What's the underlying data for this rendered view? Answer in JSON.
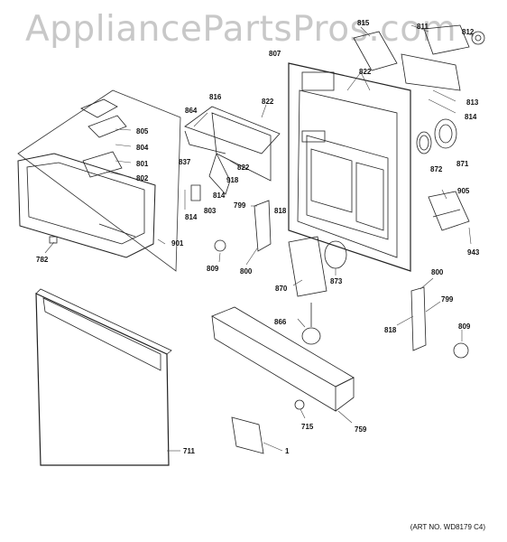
{
  "watermark": "AppliancePartsPros.com",
  "art_number": "(ART NO. WD8179 C4)",
  "parts": {
    "p815": "815",
    "p811": "811",
    "p812": "812",
    "p807": "807",
    "p822a": "822",
    "p813": "813",
    "p814a": "814",
    "p816": "816",
    "p822b": "822",
    "p864": "864",
    "p805": "805",
    "p804": "804",
    "p801": "801",
    "p802": "802",
    "p837": "837",
    "p822c": "822",
    "p918": "918",
    "p814b": "814",
    "p814c": "814",
    "p803": "803",
    "p872": "872",
    "p871": "871",
    "p905": "905",
    "p943": "943",
    "p799a": "799",
    "p818a": "818",
    "p901": "901",
    "p782": "782",
    "p809a": "809",
    "p800a": "800",
    "p870": "870",
    "p873": "873",
    "p800b": "800",
    "p799b": "799",
    "p818b": "818",
    "p866": "866",
    "p809b": "809",
    "p711": "711",
    "p715": "715",
    "p759": "759",
    "p1": "1"
  }
}
